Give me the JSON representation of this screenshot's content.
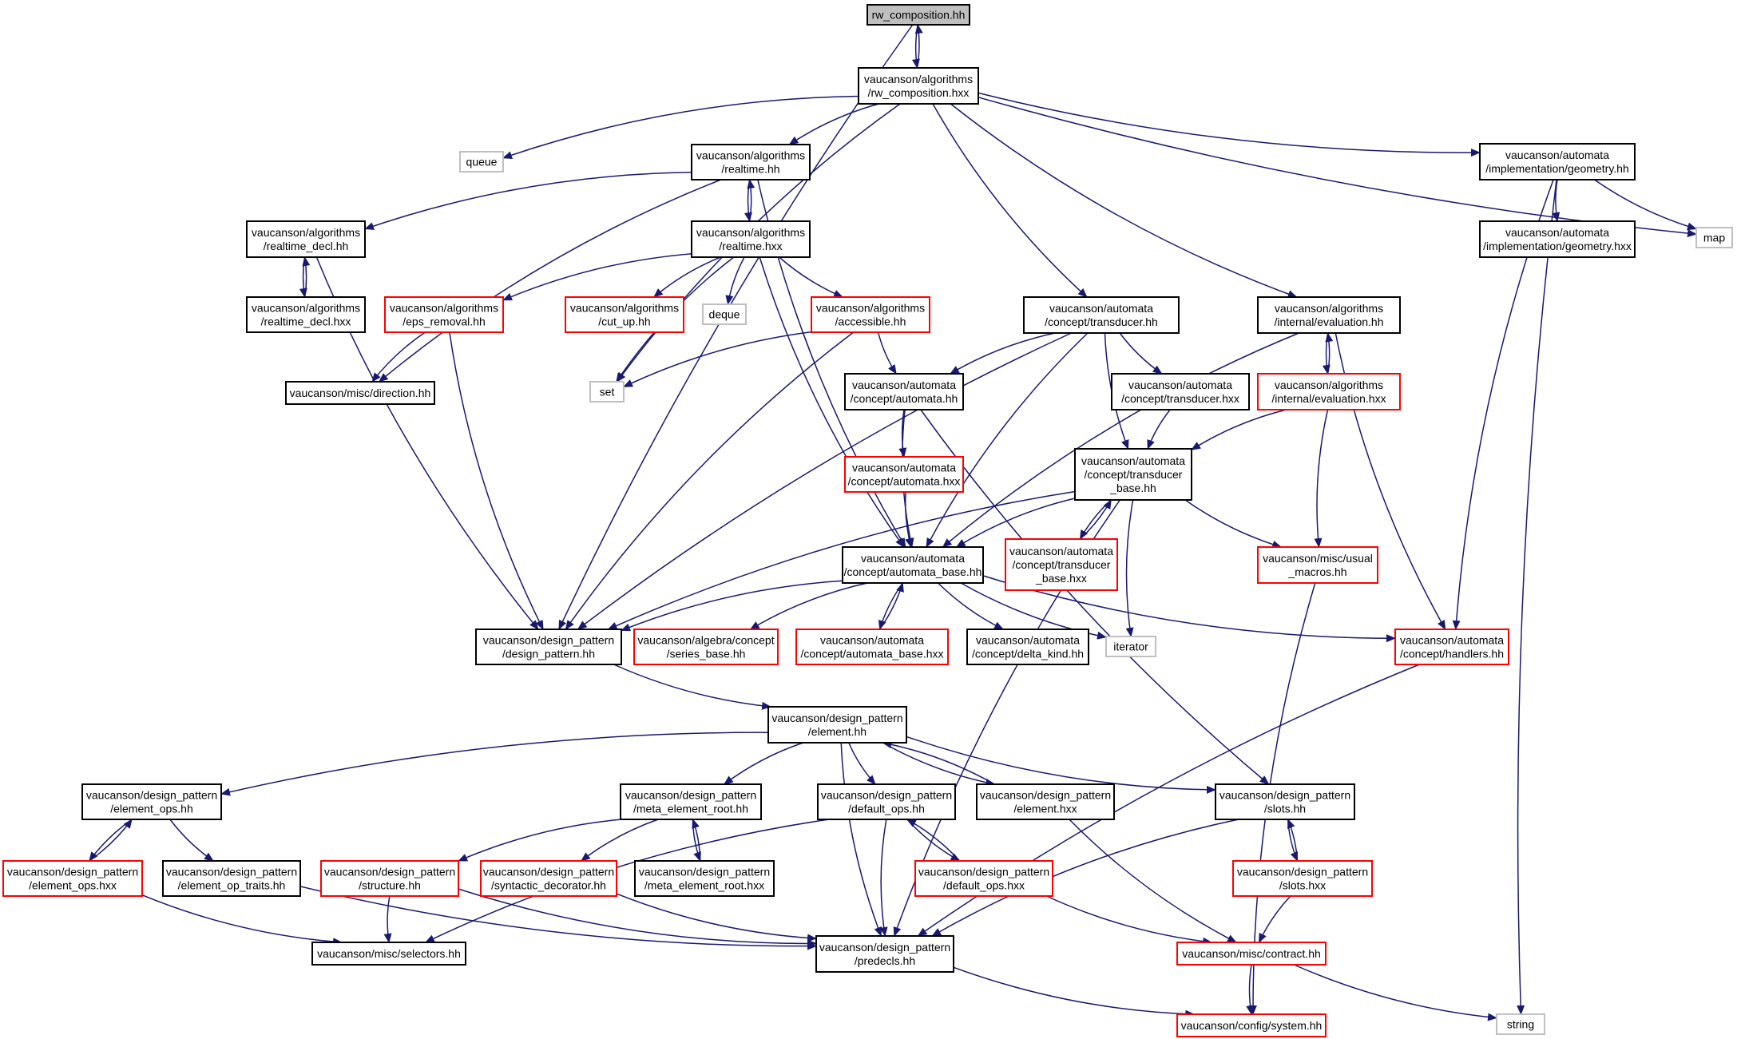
{
  "diagram": {
    "type": "include-dependency-graph",
    "colors": {
      "edge": "#191970",
      "border_normal": "#000000",
      "border_incomplete": "#ff0000",
      "border_external": "#bfbfbf",
      "root_fill": "#bfbfbf"
    },
    "nodes": [
      {
        "id": "rwc_hh",
        "lines": [
          "rw_composition.hh"
        ],
        "style": "root"
      },
      {
        "id": "rwc_hxx",
        "lines": [
          "vaucanson/algorithms",
          "/rw_composition.hxx"
        ],
        "style": "normal"
      },
      {
        "id": "queue",
        "lines": [
          "queue"
        ],
        "style": "external"
      },
      {
        "id": "realtime_hh",
        "lines": [
          "vaucanson/algorithms",
          "/realtime.hh"
        ],
        "style": "normal"
      },
      {
        "id": "geometry_hh",
        "lines": [
          "vaucanson/automata",
          "/implementation/geometry.hh"
        ],
        "style": "normal"
      },
      {
        "id": "map",
        "lines": [
          "map"
        ],
        "style": "external"
      },
      {
        "id": "realtime_decl_hh",
        "lines": [
          "vaucanson/algorithms",
          "/realtime_decl.hh"
        ],
        "style": "normal"
      },
      {
        "id": "realtime_hxx",
        "lines": [
          "vaucanson/algorithms",
          "/realtime.hxx"
        ],
        "style": "normal"
      },
      {
        "id": "geometry_hxx",
        "lines": [
          "vaucanson/automata",
          "/implementation/geometry.hxx"
        ],
        "style": "normal"
      },
      {
        "id": "realtime_decl_hxx",
        "lines": [
          "vaucanson/algorithms",
          "/realtime_decl.hxx"
        ],
        "style": "normal"
      },
      {
        "id": "eps_removal",
        "lines": [
          "vaucanson/algorithms",
          "/eps_removal.hh"
        ],
        "style": "incomplete"
      },
      {
        "id": "cut_up",
        "lines": [
          "vaucanson/algorithms",
          "/cut_up.hh"
        ],
        "style": "incomplete"
      },
      {
        "id": "deque",
        "lines": [
          "deque"
        ],
        "style": "external"
      },
      {
        "id": "accessible",
        "lines": [
          "vaucanson/algorithms",
          "/accessible.hh"
        ],
        "style": "incomplete"
      },
      {
        "id": "transducer_hh",
        "lines": [
          "vaucanson/automata",
          "/concept/transducer.hh"
        ],
        "style": "normal"
      },
      {
        "id": "evaluation_hh",
        "lines": [
          "vaucanson/algorithms",
          "/internal/evaluation.hh"
        ],
        "style": "normal"
      },
      {
        "id": "direction",
        "lines": [
          "vaucanson/misc/direction.hh"
        ],
        "style": "normal"
      },
      {
        "id": "set",
        "lines": [
          "set"
        ],
        "style": "external"
      },
      {
        "id": "automata_hh",
        "lines": [
          "vaucanson/automata",
          "/concept/automata.hh"
        ],
        "style": "normal"
      },
      {
        "id": "transducer_hxx",
        "lines": [
          "vaucanson/automata",
          "/concept/transducer.hxx"
        ],
        "style": "normal"
      },
      {
        "id": "evaluation_hxx",
        "lines": [
          "vaucanson/algorithms",
          "/internal/evaluation.hxx"
        ],
        "style": "incomplete"
      },
      {
        "id": "automata_hxx",
        "lines": [
          "vaucanson/automata",
          "/concept/automata.hxx"
        ],
        "style": "incomplete"
      },
      {
        "id": "transducer_base_hh",
        "lines": [
          "vaucanson/automata",
          "/concept/transducer",
          "_base.hh"
        ],
        "style": "normal"
      },
      {
        "id": "automata_base_hh",
        "lines": [
          "vaucanson/automata",
          "/concept/automata_base.hh"
        ],
        "style": "normal"
      },
      {
        "id": "transducer_base_hxx",
        "lines": [
          "vaucanson/automata",
          "/concept/transducer",
          "_base.hxx"
        ],
        "style": "incomplete"
      },
      {
        "id": "usual_macros",
        "lines": [
          "vaucanson/misc/usual",
          "_macros.hh"
        ],
        "style": "incomplete"
      },
      {
        "id": "design_pattern_hh",
        "lines": [
          "vaucanson/design_pattern",
          "/design_pattern.hh"
        ],
        "style": "normal"
      },
      {
        "id": "series_base",
        "lines": [
          "vaucanson/algebra/concept",
          "/series_base.hh"
        ],
        "style": "incomplete"
      },
      {
        "id": "automata_base_hxx",
        "lines": [
          "vaucanson/automata",
          "/concept/automata_base.hxx"
        ],
        "style": "incomplete"
      },
      {
        "id": "delta_kind",
        "lines": [
          "vaucanson/automata",
          "/concept/delta_kind.hh"
        ],
        "style": "normal"
      },
      {
        "id": "iterator",
        "lines": [
          "iterator"
        ],
        "style": "external"
      },
      {
        "id": "handlers",
        "lines": [
          "vaucanson/automata",
          "/concept/handlers.hh"
        ],
        "style": "incomplete"
      },
      {
        "id": "element_hh",
        "lines": [
          "vaucanson/design_pattern",
          "/element.hh"
        ],
        "style": "normal"
      },
      {
        "id": "element_ops_hh",
        "lines": [
          "vaucanson/design_pattern",
          "/element_ops.hh"
        ],
        "style": "normal"
      },
      {
        "id": "meta_element_root_hh",
        "lines": [
          "vaucanson/design_pattern",
          "/meta_element_root.hh"
        ],
        "style": "normal"
      },
      {
        "id": "default_ops_hh",
        "lines": [
          "vaucanson/design_pattern",
          "/default_ops.hh"
        ],
        "style": "normal"
      },
      {
        "id": "element_hxx",
        "lines": [
          "vaucanson/design_pattern",
          "/element.hxx"
        ],
        "style": "normal"
      },
      {
        "id": "slots_hh",
        "lines": [
          "vaucanson/design_pattern",
          "/slots.hh"
        ],
        "style": "normal"
      },
      {
        "id": "element_ops_hxx",
        "lines": [
          "vaucanson/design_pattern",
          "/element_ops.hxx"
        ],
        "style": "incomplete"
      },
      {
        "id": "element_op_traits",
        "lines": [
          "vaucanson/design_pattern",
          "/element_op_traits.hh"
        ],
        "style": "normal"
      },
      {
        "id": "structure",
        "lines": [
          "vaucanson/design_pattern",
          "/structure.hh"
        ],
        "style": "incomplete"
      },
      {
        "id": "syntactic_decorator",
        "lines": [
          "vaucanson/design_pattern",
          "/syntactic_decorator.hh"
        ],
        "style": "incomplete"
      },
      {
        "id": "meta_element_root_hxx",
        "lines": [
          "vaucanson/design_pattern",
          "/meta_element_root.hxx"
        ],
        "style": "normal"
      },
      {
        "id": "default_ops_hxx",
        "lines": [
          "vaucanson/design_pattern",
          "/default_ops.hxx"
        ],
        "style": "incomplete"
      },
      {
        "id": "slots_hxx",
        "lines": [
          "vaucanson/design_pattern",
          "/slots.hxx"
        ],
        "style": "incomplete"
      },
      {
        "id": "selectors",
        "lines": [
          "vaucanson/misc/selectors.hh"
        ],
        "style": "normal"
      },
      {
        "id": "predecls",
        "lines": [
          "vaucanson/design_pattern",
          "/predecls.hh"
        ],
        "style": "normal"
      },
      {
        "id": "contract",
        "lines": [
          "vaucanson/misc/contract.hh"
        ],
        "style": "incomplete"
      },
      {
        "id": "system",
        "lines": [
          "vaucanson/config/system.hh"
        ],
        "style": "incomplete"
      },
      {
        "id": "string",
        "lines": [
          "string"
        ],
        "style": "external"
      }
    ],
    "edges": [
      [
        "rwc_hh",
        "rwc_hxx"
      ],
      [
        "rwc_hxx",
        "rwc_hh"
      ],
      [
        "rwc_hh",
        "design_pattern_hh"
      ],
      [
        "rwc_hxx",
        "queue"
      ],
      [
        "rwc_hxx",
        "realtime_hh"
      ],
      [
        "rwc_hxx",
        "geometry_hh"
      ],
      [
        "rwc_hxx",
        "map"
      ],
      [
        "rwc_hxx",
        "set"
      ],
      [
        "rwc_hxx",
        "transducer_hh"
      ],
      [
        "rwc_hxx",
        "evaluation_hh"
      ],
      [
        "realtime_hh",
        "realtime_decl_hh"
      ],
      [
        "realtime_hh",
        "realtime_hxx"
      ],
      [
        "realtime_hxx",
        "realtime_hh"
      ],
      [
        "realtime_hh",
        "direction"
      ],
      [
        "realtime_hh",
        "automata_base_hh"
      ],
      [
        "geometry_hh",
        "geometry_hxx"
      ],
      [
        "geometry_hh",
        "map"
      ],
      [
        "geometry_hh",
        "handlers"
      ],
      [
        "geometry_hh",
        "string"
      ],
      [
        "realtime_decl_hh",
        "realtime_decl_hxx"
      ],
      [
        "realtime_decl_hxx",
        "realtime_decl_hh"
      ],
      [
        "realtime_decl_hh",
        "design_pattern_hh"
      ],
      [
        "realtime_hxx",
        "eps_removal"
      ],
      [
        "realtime_hxx",
        "cut_up"
      ],
      [
        "realtime_hxx",
        "deque"
      ],
      [
        "realtime_hxx",
        "accessible"
      ],
      [
        "realtime_hxx",
        "set"
      ],
      [
        "realtime_hxx",
        "automata_base_hh"
      ],
      [
        "eps_removal",
        "direction"
      ],
      [
        "eps_removal",
        "design_pattern_hh"
      ],
      [
        "accessible",
        "set"
      ],
      [
        "accessible",
        "automata_hh"
      ],
      [
        "accessible",
        "design_pattern_hh"
      ],
      [
        "transducer_hh",
        "automata_hh"
      ],
      [
        "transducer_hh",
        "transducer_hxx"
      ],
      [
        "transducer_hh",
        "transducer_base_hh"
      ],
      [
        "transducer_hh",
        "automata_base_hh"
      ],
      [
        "transducer_hh",
        "design_pattern_hh"
      ],
      [
        "evaluation_hh",
        "evaluation_hxx"
      ],
      [
        "evaluation_hxx",
        "evaluation_hh"
      ],
      [
        "evaluation_hh",
        "handlers"
      ],
      [
        "evaluation_hh",
        "automata_base_hh"
      ],
      [
        "automata_hh",
        "automata_hxx"
      ],
      [
        "automata_hh",
        "automata_base_hh"
      ],
      [
        "automata_hh",
        "slots_hh"
      ],
      [
        "automata_hxx",
        "automata_base_hh"
      ],
      [
        "transducer_hxx",
        "transducer_base_hh"
      ],
      [
        "evaluation_hxx",
        "transducer_base_hh"
      ],
      [
        "evaluation_hxx",
        "usual_macros"
      ],
      [
        "transducer_base_hh",
        "automata_base_hh"
      ],
      [
        "transducer_base_hh",
        "transducer_base_hxx"
      ],
      [
        "transducer_base_hxx",
        "transducer_base_hh"
      ],
      [
        "transducer_base_hh",
        "usual_macros"
      ],
      [
        "transducer_base_hh",
        "iterator"
      ],
      [
        "transducer_base_hh",
        "predecls"
      ],
      [
        "transducer_base_hh",
        "design_pattern_hh"
      ],
      [
        "automata_base_hh",
        "design_pattern_hh"
      ],
      [
        "automata_base_hh",
        "series_base"
      ],
      [
        "automata_base_hh",
        "automata_base_hxx"
      ],
      [
        "automata_base_hxx",
        "automata_base_hh"
      ],
      [
        "automata_base_hh",
        "delta_kind"
      ],
      [
        "automata_base_hh",
        "iterator"
      ],
      [
        "automata_base_hh",
        "handlers"
      ],
      [
        "usual_macros",
        "system"
      ],
      [
        "handlers",
        "predecls"
      ],
      [
        "design_pattern_hh",
        "element_hh"
      ],
      [
        "element_hh",
        "element_ops_hh"
      ],
      [
        "element_hh",
        "meta_element_root_hh"
      ],
      [
        "element_hh",
        "default_ops_hh"
      ],
      [
        "element_hh",
        "element_hxx"
      ],
      [
        "element_hxx",
        "element_hh"
      ],
      [
        "element_hh",
        "slots_hh"
      ],
      [
        "element_hh",
        "predecls"
      ],
      [
        "element_ops_hh",
        "element_ops_hxx"
      ],
      [
        "element_ops_hxx",
        "element_ops_hh"
      ],
      [
        "element_ops_hh",
        "element_op_traits"
      ],
      [
        "meta_element_root_hh",
        "structure"
      ],
      [
        "meta_element_root_hh",
        "syntactic_decorator"
      ],
      [
        "meta_element_root_hh",
        "meta_element_root_hxx"
      ],
      [
        "meta_element_root_hxx",
        "meta_element_root_hh"
      ],
      [
        "default_ops_hh",
        "default_ops_hxx"
      ],
      [
        "default_ops_hxx",
        "default_ops_hh"
      ],
      [
        "default_ops_hh",
        "selectors"
      ],
      [
        "default_ops_hh",
        "predecls"
      ],
      [
        "element_hxx",
        "contract"
      ],
      [
        "slots_hh",
        "slots_hxx"
      ],
      [
        "slots_hxx",
        "slots_hh"
      ],
      [
        "slots_hh",
        "predecls"
      ],
      [
        "element_ops_hxx",
        "selectors"
      ],
      [
        "element_op_traits",
        "predecls"
      ],
      [
        "structure",
        "selectors"
      ],
      [
        "structure",
        "predecls"
      ],
      [
        "syntactic_decorator",
        "predecls"
      ],
      [
        "default_ops_hxx",
        "contract"
      ],
      [
        "slots_hxx",
        "contract"
      ],
      [
        "predecls",
        "system"
      ],
      [
        "contract",
        "system"
      ],
      [
        "contract",
        "string"
      ]
    ]
  }
}
